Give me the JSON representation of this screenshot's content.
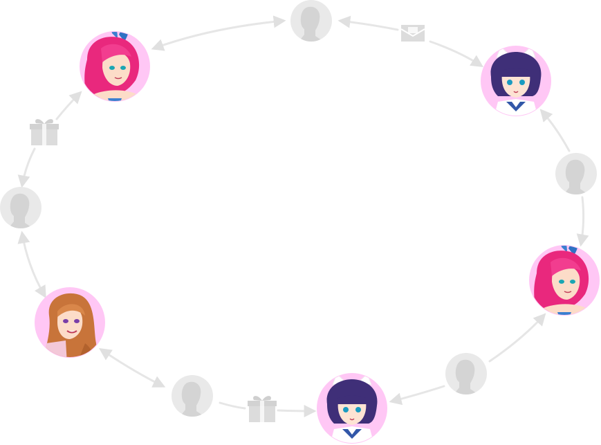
{
  "diagram": {
    "colors": {
      "arrow": "#e6e6e6",
      "placeholder_fill": "#e9e9e9",
      "placeholder_figure": "#d2d2d2",
      "avatar_ring": "#ffc7f5",
      "icon": "#dcdcdc"
    },
    "nodes": [
      {
        "id": "top-placeholder",
        "kind": "placeholder"
      },
      {
        "id": "pink-bunny-girl-top",
        "kind": "avatar",
        "character": "pink-hair-bunny-ears"
      },
      {
        "id": "purple-cat-girl-top",
        "kind": "avatar",
        "character": "purple-hair-cat-ears"
      },
      {
        "id": "right-placeholder",
        "kind": "placeholder"
      },
      {
        "id": "pink-bunny-girl-right",
        "kind": "avatar",
        "character": "pink-hair-bunny-ears"
      },
      {
        "id": "bottom-right-placeholder",
        "kind": "placeholder"
      },
      {
        "id": "purple-cat-girl-bottom",
        "kind": "avatar",
        "character": "purple-hair-cat-ears"
      },
      {
        "id": "bottom-left-placeholder",
        "kind": "placeholder"
      },
      {
        "id": "redhead-girl",
        "kind": "avatar",
        "character": "long-auburn-hair"
      },
      {
        "id": "left-placeholder",
        "kind": "placeholder"
      }
    ],
    "icons": [
      {
        "id": "top",
        "type": "envelope-icon"
      },
      {
        "id": "left",
        "type": "gift-icon"
      },
      {
        "id": "bottom",
        "type": "gift-icon"
      }
    ]
  }
}
